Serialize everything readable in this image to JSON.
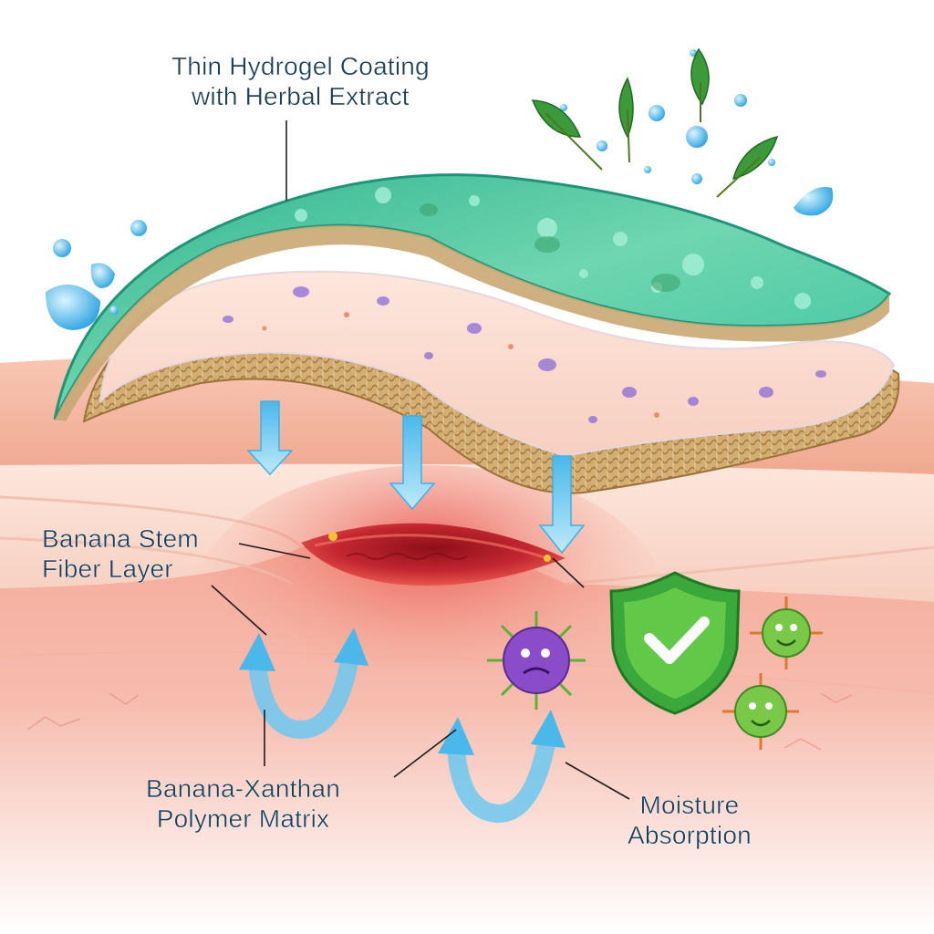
{
  "labels": {
    "hydrogel": {
      "line1": "Thin Hydrogel Coating",
      "line2": "with Herbal Extract"
    },
    "fiber": {
      "line1": "Banana Stem",
      "line2": "Fiber Layer"
    },
    "polymer": {
      "line1": "Banana-Xanthan",
      "line2": "Polymer Matrix"
    },
    "moisture": {
      "line1": "Moisture",
      "line2": "Absorption"
    }
  },
  "icons": [
    "water-droplet-icon",
    "leaf-icon",
    "down-arrow-icon",
    "circular-arrow-icon",
    "shield-check-icon",
    "bacteria-icon",
    "virus-icon"
  ],
  "colors": {
    "hydrogel": "#4cc9a0",
    "fiber": "#d8b47c",
    "matrix": "#f3ecf4",
    "skin": "#f4b09a",
    "wound": "#c8242c",
    "arrow": "#5cc8f0",
    "shield": "#3aa83a",
    "text": "#1b3d57"
  }
}
